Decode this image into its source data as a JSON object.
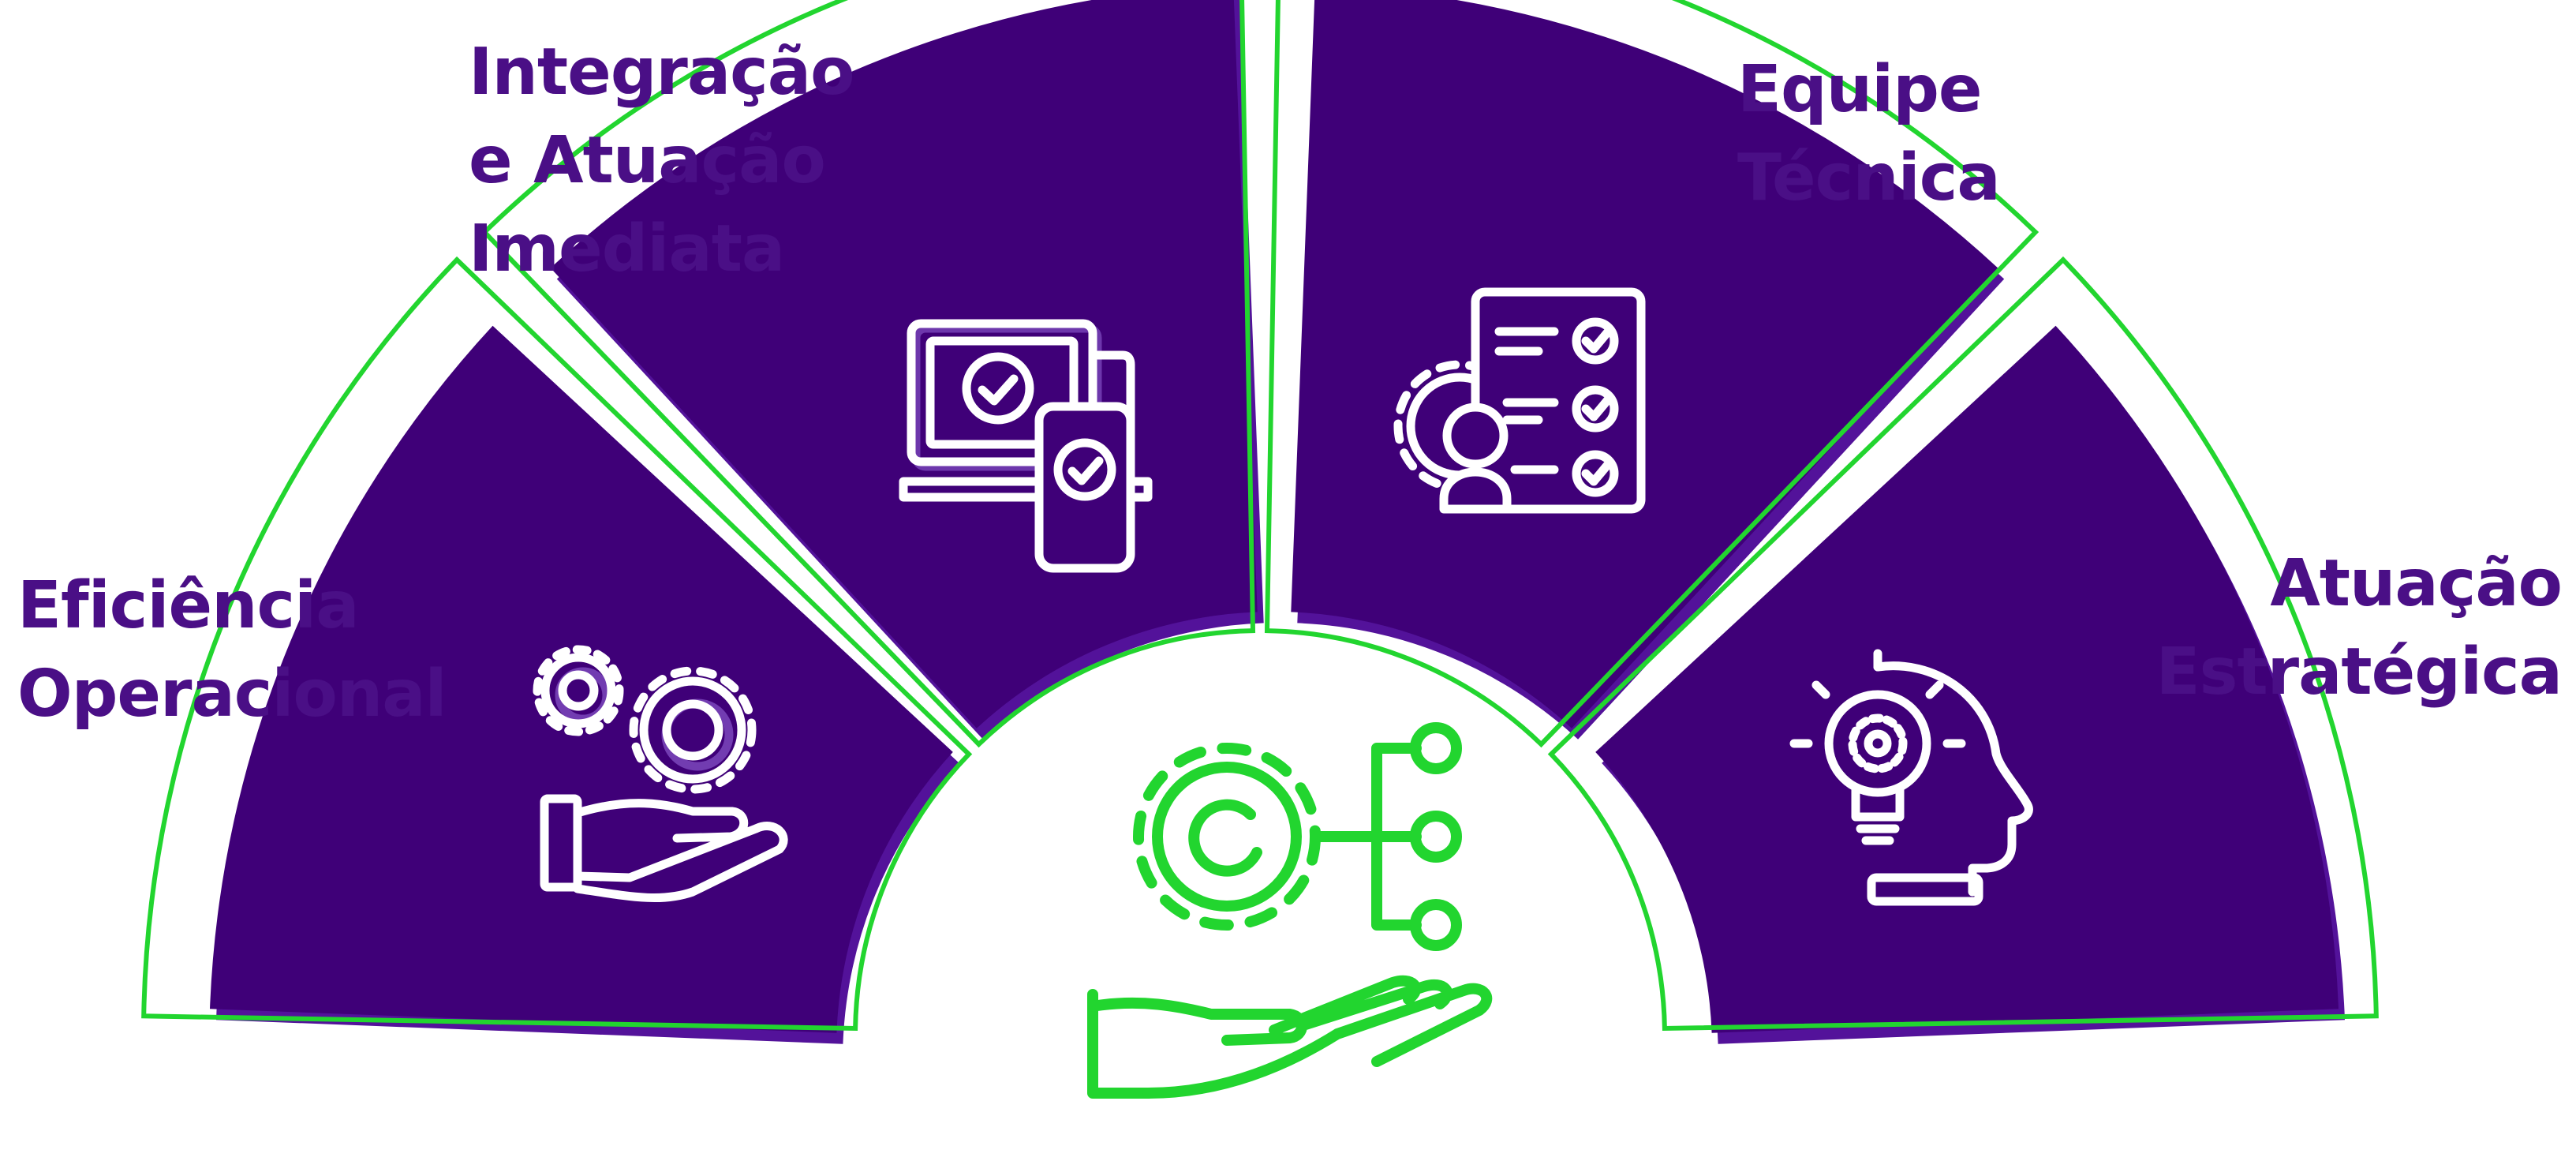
{
  "diagram": {
    "colors": {
      "segment_fill": "#3f0078",
      "segment_shadow": "#53129a",
      "accent_green": "#22d52f",
      "icon_stroke": "#ffffff",
      "label_text": "#4a0f86"
    },
    "segments": [
      {
        "id": "eficiencia",
        "label_lines": [
          "Eficiência",
          "Operacional"
        ],
        "icon": "gears-on-hand-icon"
      },
      {
        "id": "integracao",
        "label_lines": [
          "Integração",
          "e Atuação",
          "Imediata"
        ],
        "icon": "laptop-phone-check-icon"
      },
      {
        "id": "equipe",
        "label_lines": [
          "Equipe",
          "Técnica"
        ],
        "icon": "checklist-gear-person-icon"
      },
      {
        "id": "atuacao",
        "label_lines": [
          "Atuação",
          "Estratégica"
        ],
        "icon": "head-lightbulb-icon"
      }
    ],
    "center_icon": "hand-gear-network-icon"
  }
}
